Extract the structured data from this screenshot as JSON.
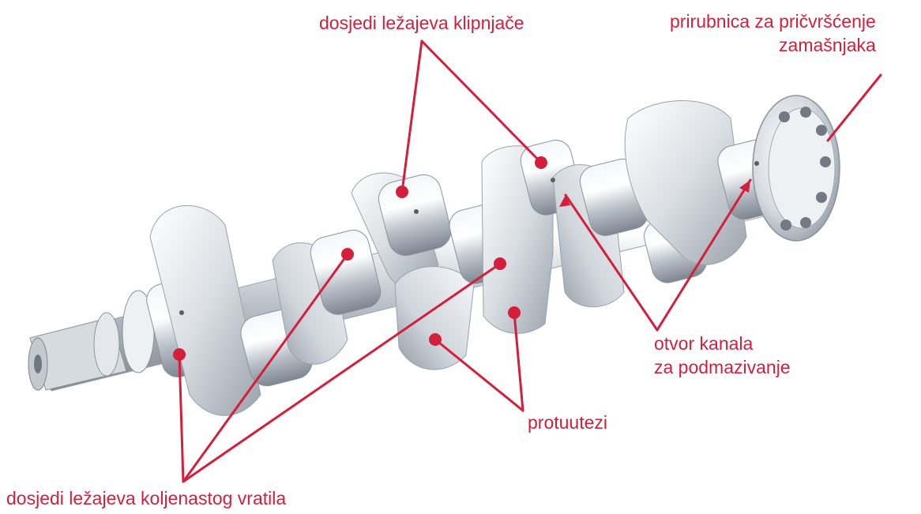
{
  "accent_color": "#d41f3c",
  "labels": {
    "rod_journals": "dosjedi ležajeva klipnjače",
    "flywheel_flange_line1": "prirubnica za pričvršćenje",
    "flywheel_flange_line2": "zamašnjaka",
    "oil_hole_line1": "otvor kanala",
    "oil_hole_line2": "za podmazivanje",
    "counterweights": "protuutezi",
    "main_journals": "dosjedi ležajeva koljenastog vratila"
  },
  "icons": [
    "crankshaft-illustration",
    "callout-marker-dot",
    "arrow-head"
  ]
}
